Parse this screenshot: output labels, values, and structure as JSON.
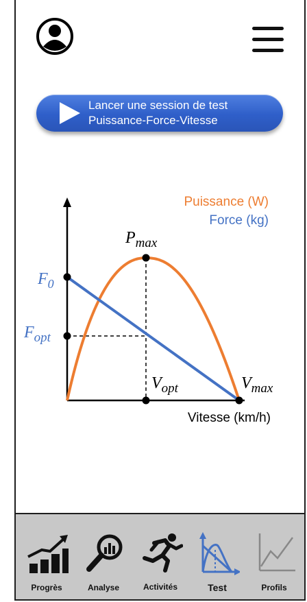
{
  "header": {
    "avatar_icon": "user-avatar-icon",
    "menu_icon": "hamburger-menu-icon"
  },
  "launch_button": {
    "line1": "Lancer une session de test",
    "line2": "Puissance-Force-Vitesse",
    "icon": "play-icon",
    "color": "#2f5fc9"
  },
  "diagram": {
    "legend_power": "Puissance (W)",
    "legend_force": "Force (kg)",
    "power_color": "#ed7d31",
    "force_color": "#4472c4",
    "label_pmax_base": "P",
    "label_pmax_sub": "max",
    "label_f0_base": "F",
    "label_f0_sub": "0",
    "label_fopt_base": "F",
    "label_fopt_sub": "opt",
    "label_vopt_base": "V",
    "label_vopt_sub": "opt",
    "label_vmax_base": "V",
    "label_vmax_sub": "max",
    "x_axis_label": "Vitesse (km/h)"
  },
  "nav": {
    "items": [
      {
        "label": "Progrès",
        "icon": "bar-chart-growth-icon",
        "active": false
      },
      {
        "label": "Analyse",
        "icon": "magnifier-analysis-icon",
        "active": false
      },
      {
        "label": "Activités",
        "icon": "running-person-icon",
        "active": false
      },
      {
        "label": "Test",
        "icon": "force-velocity-curve-icon",
        "active": true
      },
      {
        "label": "Profils",
        "icon": "line-graph-icon",
        "active": false
      }
    ],
    "active_color": "#4472c4"
  }
}
